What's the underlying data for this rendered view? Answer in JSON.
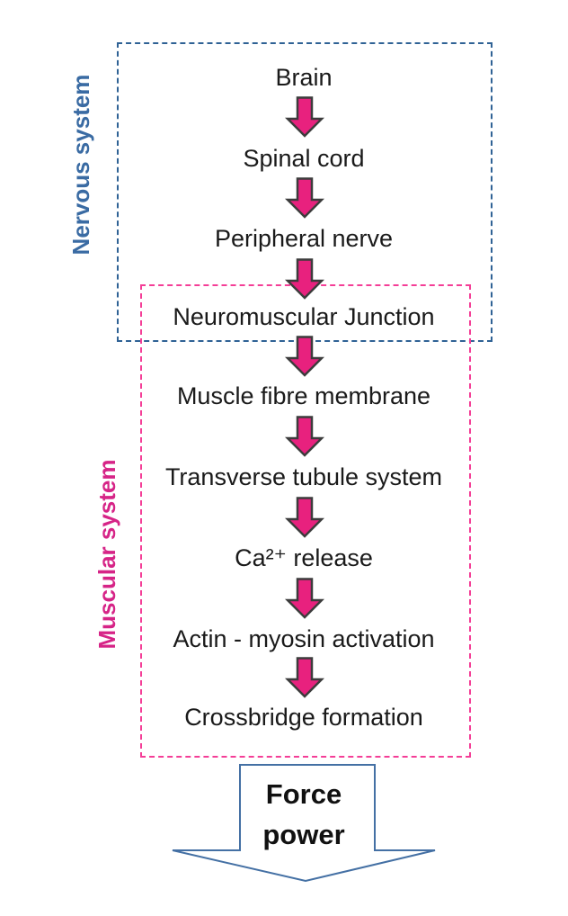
{
  "groups": [
    {
      "label": "Nervous system",
      "color": "#3a6ba3",
      "border_color": "#2f6295"
    },
    {
      "label": "Muscular system",
      "color": "#d62487",
      "border_color": "#f43e97"
    }
  ],
  "flow": {
    "nodes": [
      "Brain",
      "Spinal cord",
      "Peripheral nerve",
      "Neuromuscular Junction",
      "Muscle fibre membrane",
      "Transverse tubule system",
      "Ca²⁺ release",
      "Actin - myosin activation",
      "Crossbridge formation"
    ]
  },
  "output": {
    "line1": "Force",
    "line2": "power"
  },
  "icons": {
    "connector": "down-block-arrow",
    "output": "down-chevron-arrow"
  },
  "colors": {
    "blue_dash": "#2f6295",
    "pink_dash": "#f43e97",
    "nervous_label": "#3a6ba3",
    "muscular_label": "#d62487",
    "arrow_fill": "#e8217e",
    "arrow_stroke": "#3c3c3c",
    "force_stroke": "#4470a4",
    "node_text": "#1a1a1a"
  }
}
